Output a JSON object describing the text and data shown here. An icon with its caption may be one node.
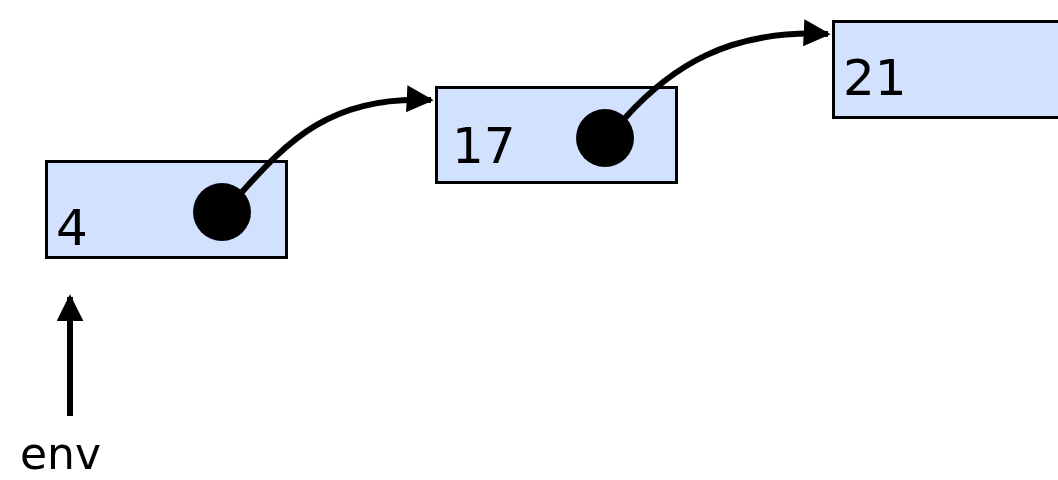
{
  "diagram": {
    "nodes": [
      {
        "text": [
          "4"
        ]
      },
      {
        "text": [
          "17"
        ]
      },
      {
        "text": [
          "21"
        ]
      },
      {
        "text": [
          "env"
        ]
      }
    ],
    "edges": [
      {
        "from": 3,
        "to": 0,
        "arrow": "to"
      },
      {
        "from": 0,
        "to": 1,
        "arrow": "to"
      },
      {
        "from": 1,
        "to": 2,
        "arrow": "to"
      }
    ]
  }
}
